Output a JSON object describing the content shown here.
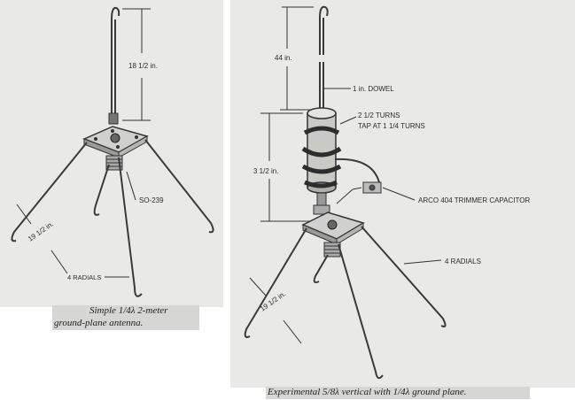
{
  "left_figure": {
    "labels": {
      "whip_length": "18 1/2 in.",
      "connector": "SO-239",
      "radial_length": "19 1/2 in.",
      "radials": "4 RADIALS"
    },
    "caption_line1": "Simple 1/4λ 2-meter",
    "caption_line2": "ground-plane antenna."
  },
  "right_figure": {
    "labels": {
      "top_length": "44 in.",
      "dowel": "1 in. DOWEL",
      "turns_line1": "2 1/2 TURNS",
      "turns_line2": "TAP AT 1 1/4 TURNS",
      "coil_length": "3 1/2 in.",
      "capacitor": "ARCO 404 TRIMMER CAPACITOR",
      "radials": "4 RADIALS",
      "radial_length": "19 1/2 in."
    },
    "caption": "Experimental 5/8λ vertical with 1/4λ ground plane."
  }
}
